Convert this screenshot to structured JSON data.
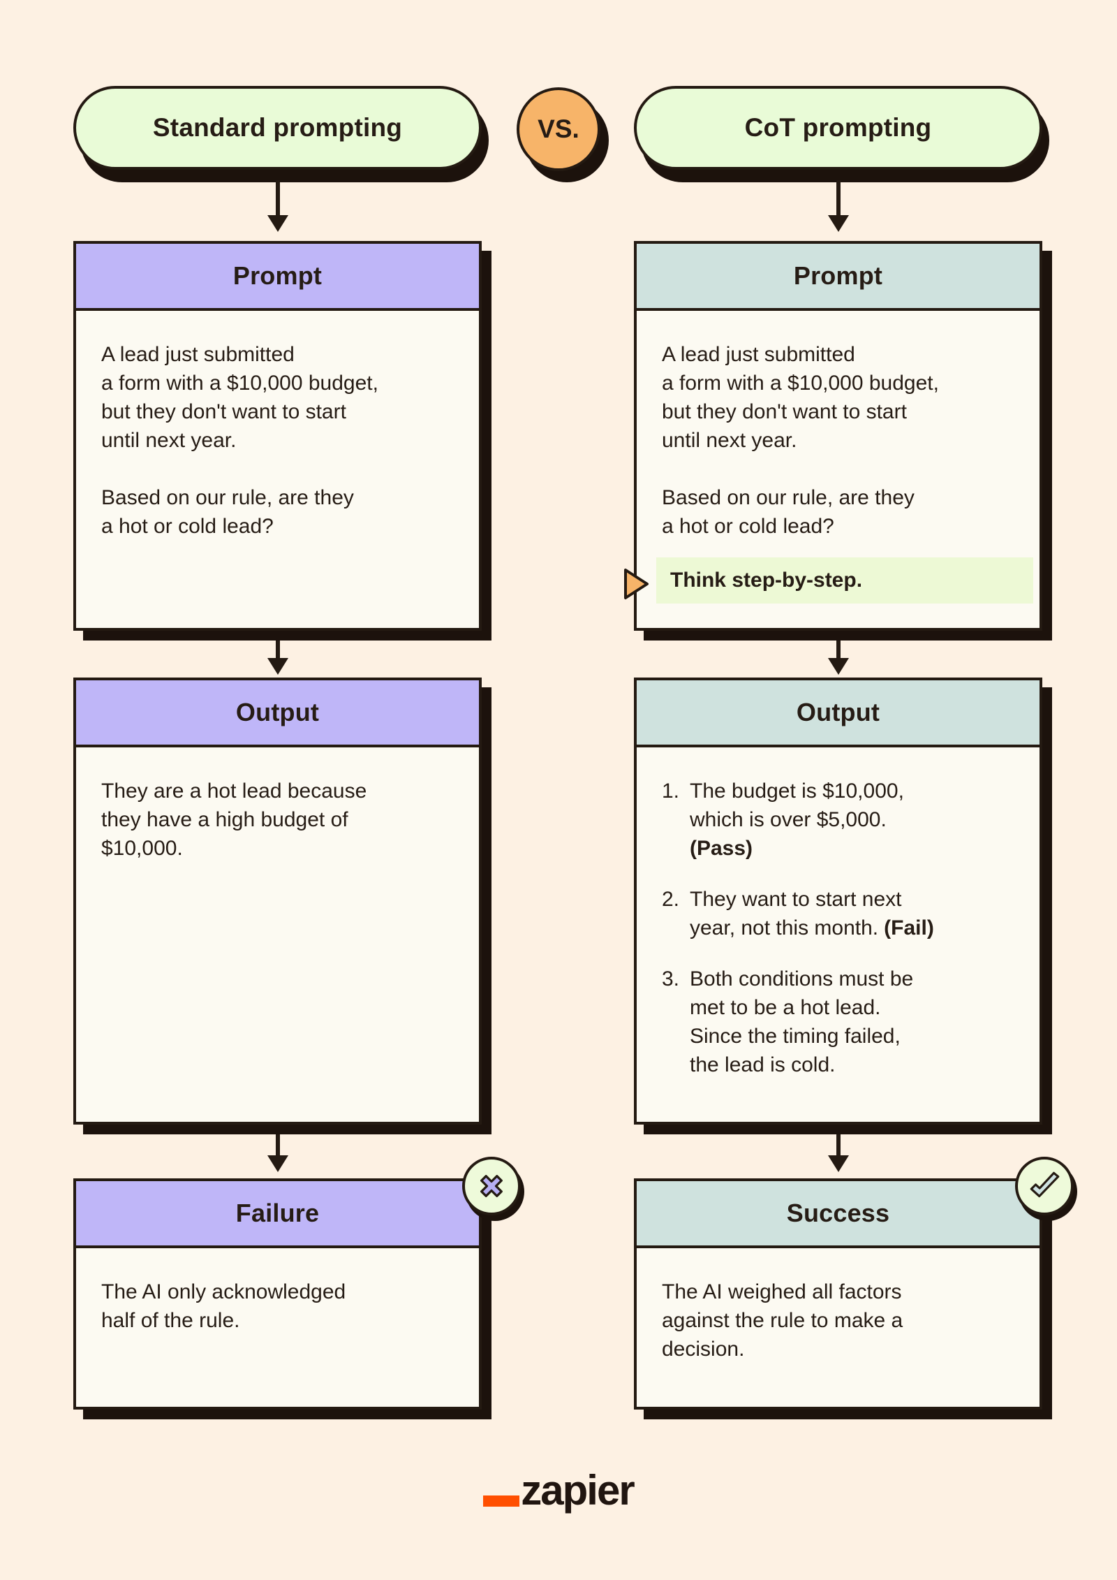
{
  "colors": {
    "background": "#fdf1e3",
    "pill_green": "#e9fbd7",
    "vs_orange": "#f7b469",
    "purple_header": "#bfb6f8",
    "teal_header": "#cfe2de",
    "card_body": "#fcfaf2",
    "highlight_green": "#edf9d5",
    "badge_green": "#eefada",
    "x_mark_purple": "#b6aef2",
    "check_mark_teal": "#cfe3e2",
    "ink": "#241a12",
    "zapier_orange": "#ff4f00"
  },
  "header": {
    "left_pill": "Standard prompting",
    "vs": "VS.",
    "right_pill": "CoT prompting"
  },
  "left": {
    "prompt": {
      "title": "Prompt",
      "paragraph1": "A lead just submitted\na form with a $10,000 budget,\nbut they don't want to start\nuntil next year.",
      "paragraph2": "Based on our rule, are they\na hot or cold lead?"
    },
    "output": {
      "title": "Output",
      "text": "They are a hot lead because\nthey have a high budget of\n$10,000."
    },
    "result": {
      "title": "Failure",
      "text": "The AI only acknowledged\nhalf of the rule.",
      "icon": "x-mark"
    }
  },
  "right": {
    "prompt": {
      "title": "Prompt",
      "paragraph1": "A lead just submitted\na form with a $10,000 budget,\nbut they don't want to start\nuntil next year.",
      "paragraph2": "Based on our rule, are they\na hot or cold lead?",
      "highlight": "Think step-by-step."
    },
    "output": {
      "title": "Output",
      "items": [
        {
          "num": "1.",
          "text": "The budget is $10,000,\nwhich is over $5,000.",
          "result": "(Pass)"
        },
        {
          "num": "2.",
          "text": "They want to start next\nyear, not this month.",
          "result": "(Fail)"
        },
        {
          "num": "3.",
          "text": "Both conditions must be\nmet to be a hot lead.\nSince the timing failed,\nthe lead is cold.",
          "result": ""
        }
      ]
    },
    "result": {
      "title": "Success",
      "text": "The AI weighed all factors\nagainst the rule to make a\ndecision.",
      "icon": "check-mark"
    }
  },
  "footer": {
    "logo_text": "zapier"
  }
}
